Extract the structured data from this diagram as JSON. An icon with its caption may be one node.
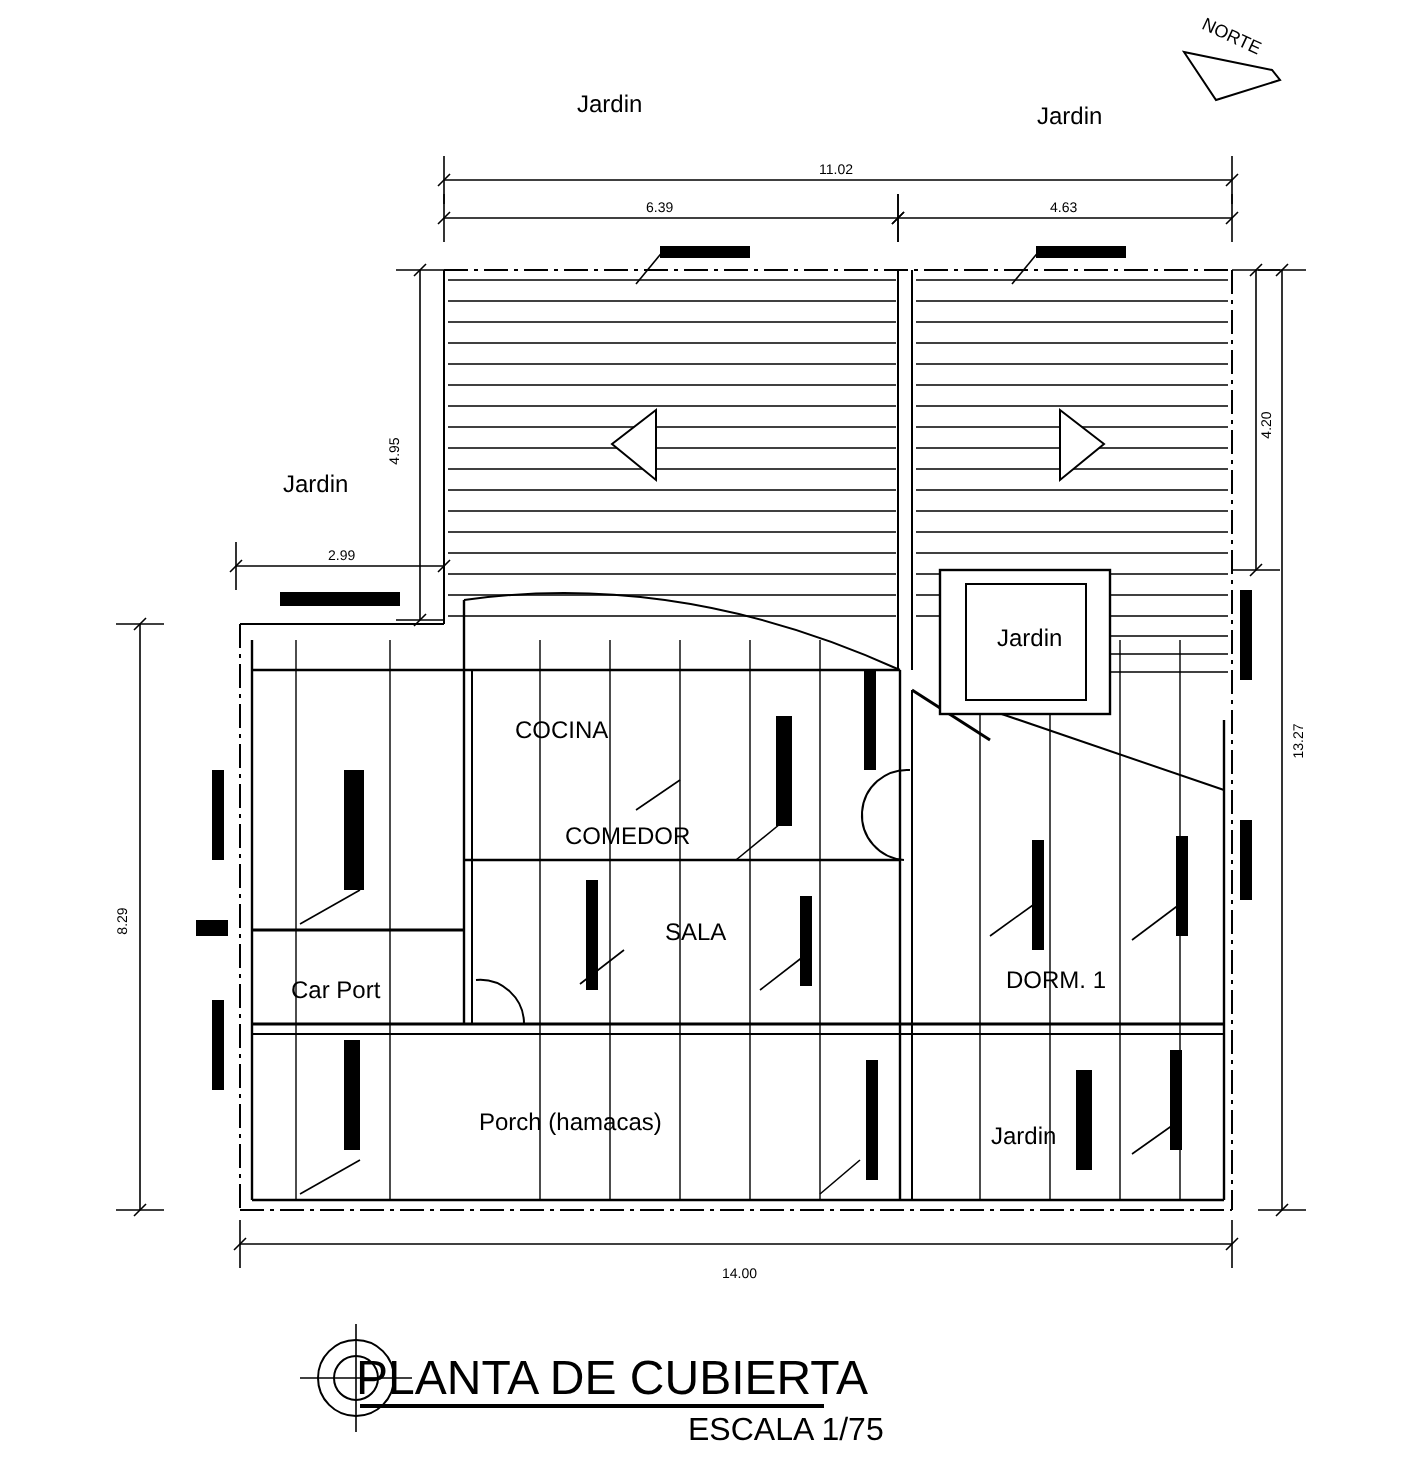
{
  "diagram": {
    "title": "PLANTA DE CUBIERTA",
    "caption": "ESCALA 1/75",
    "labels": [
      "NORTE",
      "Jardin",
      "Jardin",
      "11.02",
      "6.39",
      "4.63",
      "4.95",
      "4.20",
      "Jardin",
      "2.99",
      "Jardin",
      "13.27",
      "COCINA",
      "COMEDOR",
      "8.29",
      "SALA",
      "DORM. 1",
      "Car Port",
      "Porch (hamacas)",
      "Jardin",
      "14.00"
    ]
  }
}
